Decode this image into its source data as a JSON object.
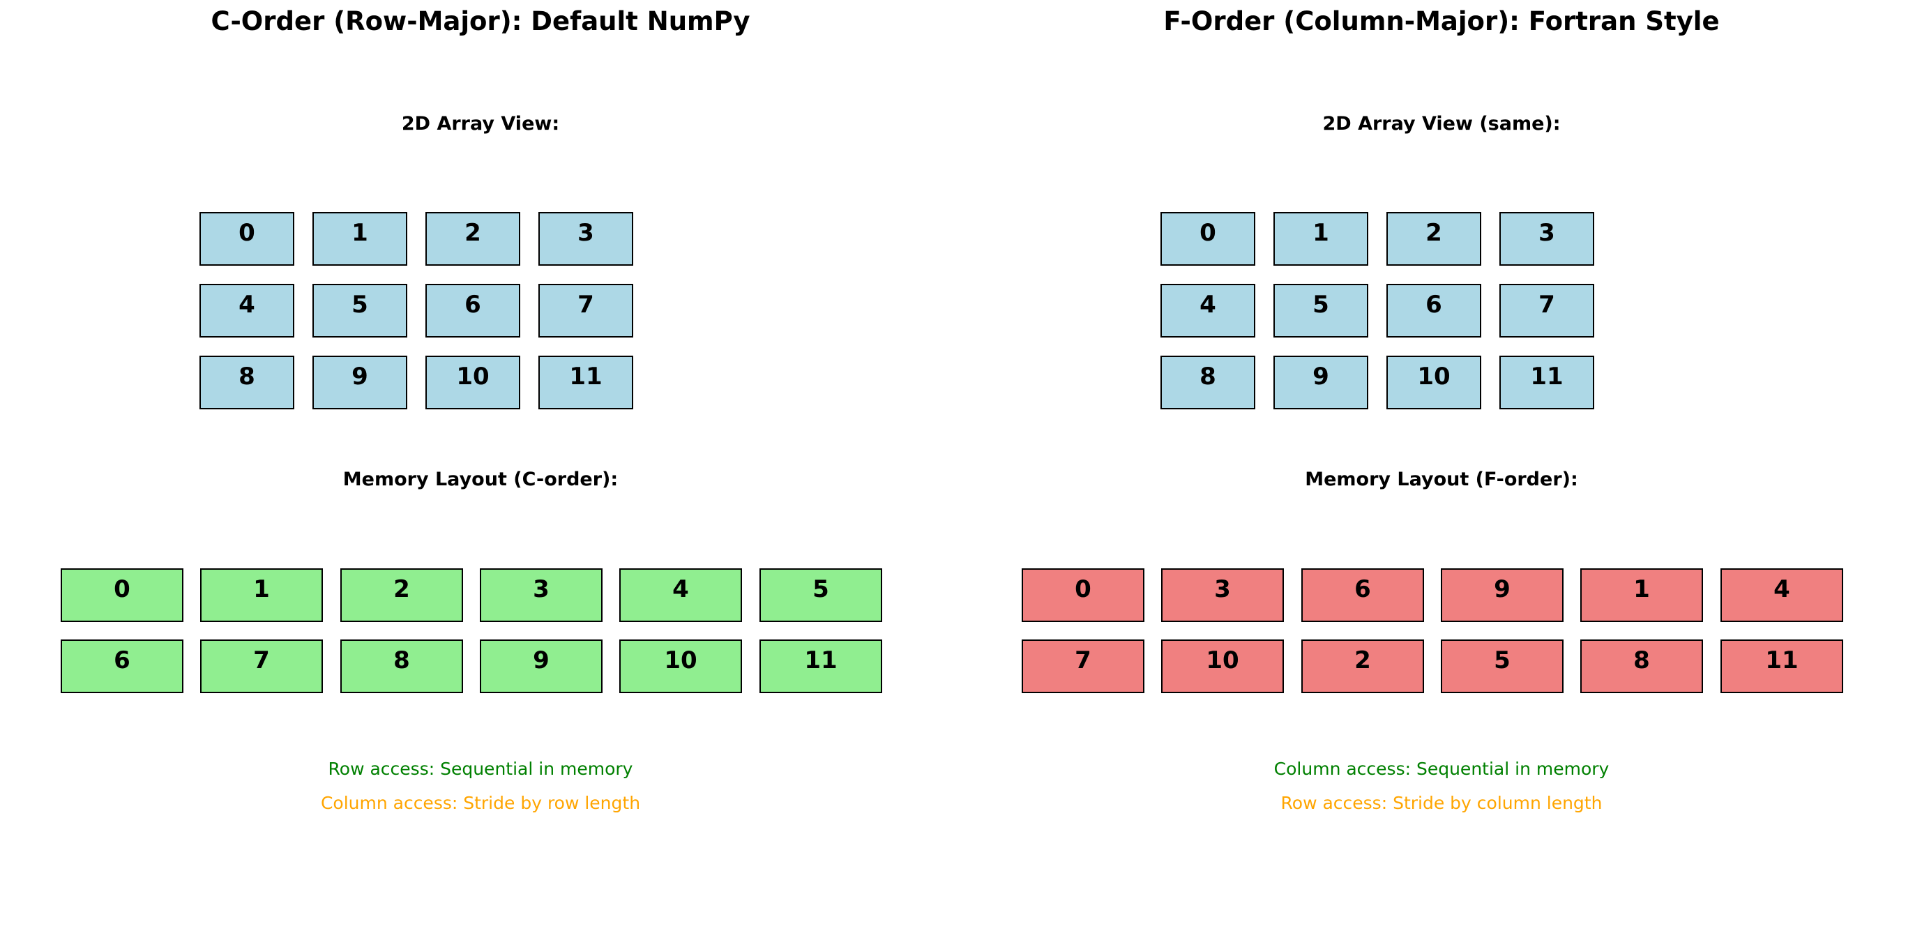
{
  "figure": {
    "background": "#FFFFFF",
    "border_color": "#000000"
  },
  "colors": {
    "array_fill": "#ADD8E6",
    "c_memory_fill": "#90EE90",
    "f_memory_fill": "#F08080",
    "sequential_note": "#008000",
    "stride_note": "#FFA500",
    "text": "#000000"
  },
  "panels": [
    {
      "id": "c-order",
      "title": "C-Order (Row-Major): Default NumPy",
      "array_view_label": "2D Array View:",
      "array_rows": [
        [
          "0",
          "1",
          "2",
          "3"
        ],
        [
          "4",
          "5",
          "6",
          "7"
        ],
        [
          "8",
          "9",
          "10",
          "11"
        ]
      ],
      "array_fill": "#ADD8E6",
      "memory_label": "Memory Layout (C-order):",
      "memory_rows": [
        [
          "0",
          "1",
          "2",
          "3",
          "4",
          "5"
        ],
        [
          "6",
          "7",
          "8",
          "9",
          "10",
          "11"
        ]
      ],
      "memory_fill": "#90EE90",
      "notes": [
        {
          "text": "Row access: Sequential in memory",
          "color": "#008000"
        },
        {
          "text": "Column access: Stride by row length",
          "color": "#FFA500"
        }
      ]
    },
    {
      "id": "f-order",
      "title": "F-Order (Column-Major): Fortran Style",
      "array_view_label": "2D Array View (same):",
      "array_rows": [
        [
          "0",
          "1",
          "2",
          "3"
        ],
        [
          "4",
          "5",
          "6",
          "7"
        ],
        [
          "8",
          "9",
          "10",
          "11"
        ]
      ],
      "array_fill": "#ADD8E6",
      "memory_label": "Memory Layout (F-order):",
      "memory_rows": [
        [
          "0",
          "3",
          "6",
          "9",
          "1",
          "4"
        ],
        [
          "7",
          "10",
          "2",
          "5",
          "8",
          "11"
        ]
      ],
      "memory_fill": "#F08080",
      "notes": [
        {
          "text": "Column access: Sequential in memory",
          "color": "#008000"
        },
        {
          "text": "Row access: Stride by column length",
          "color": "#FFA500"
        }
      ]
    }
  ]
}
